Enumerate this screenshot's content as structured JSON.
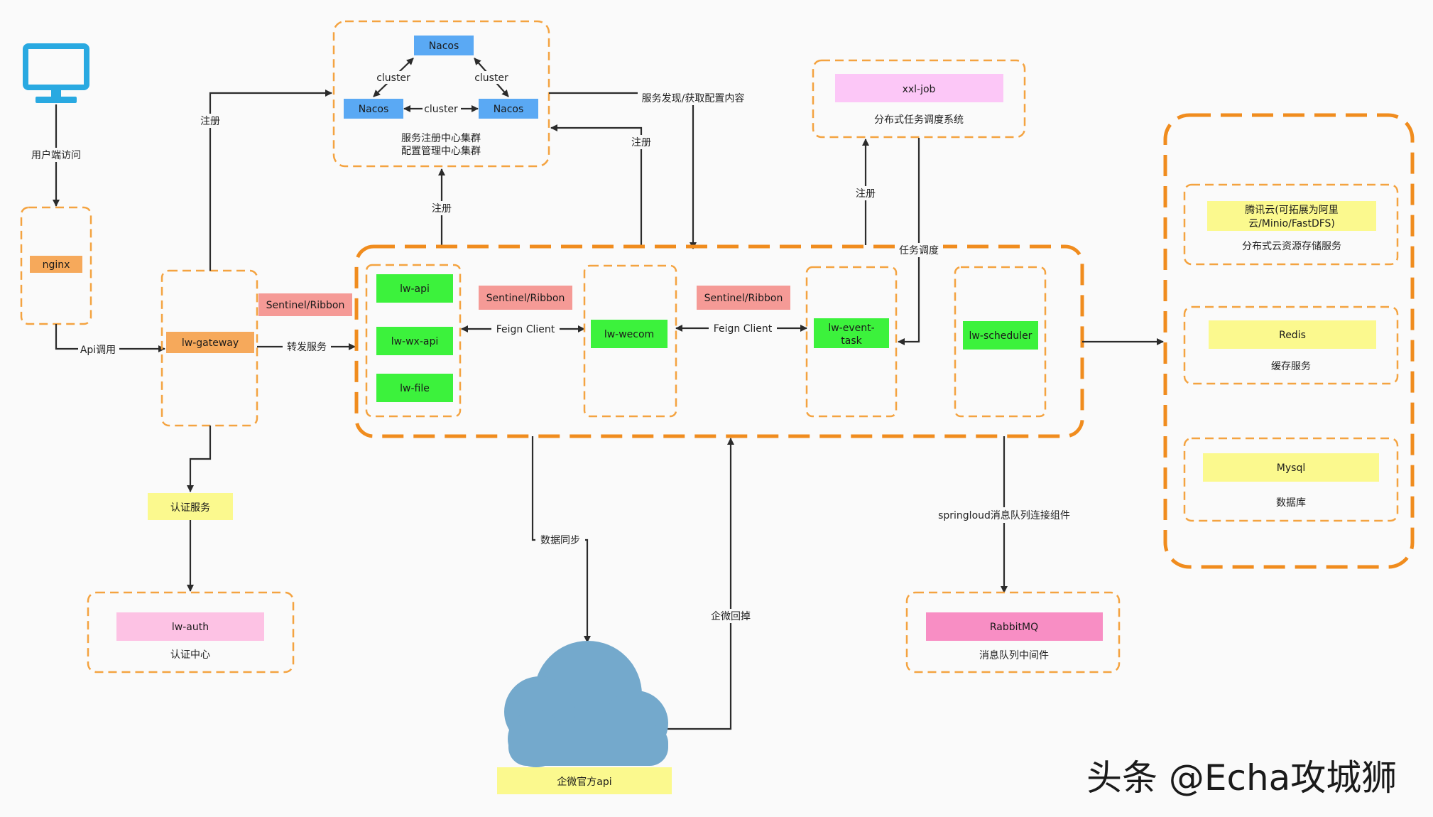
{
  "colors": {
    "dash": "#f4a340",
    "nacos": "#5aa9f4",
    "nginx": "#f6a95b",
    "gateway": "#f6a95b",
    "sentinel": "#f59a96",
    "service": "#3cf23c",
    "yellow": "#fbf98e",
    "pink": "#fdc2e4",
    "xxljob": "#fcc7f7",
    "rabbitmq": "#f88ec4",
    "cloud": "#74a9cc",
    "monitor": "#29a9e1"
  },
  "icons": {
    "client": "monitor-icon",
    "cloud": "cloud-icon"
  },
  "nacos": {
    "top": "Nacos",
    "left": "Nacos",
    "right": "Nacos",
    "cluster_left": "cluster",
    "cluster_right": "cluster",
    "cluster_mid": "cluster",
    "caption_line1": "服务注册中心集群",
    "caption_line2": "配置管理中心集群"
  },
  "client": {
    "access_label": "用户端访问"
  },
  "nginx": {
    "label": "nginx",
    "api_call": "Api调用"
  },
  "gateway": {
    "label": "lw-gateway",
    "sentinel": "Sentinel/Ribbon",
    "forward": "转发服务",
    "register": "注册"
  },
  "services": {
    "api": "lw-api",
    "wxapi": "lw-wx-api",
    "file": "lw-file",
    "wecom": "lw-wecom",
    "event_task": "lw-event-task",
    "scheduler": "lw-scheduler",
    "sentinel1": "Sentinel/Ribbon",
    "sentinel2": "Sentinel/Ribbon",
    "feign1": "Feign Client",
    "feign2": "Feign Client",
    "register": "注册",
    "register2": "注册",
    "discovery": "服务发现/获取配置内容",
    "task_dispatch": "任务调度"
  },
  "xxljob": {
    "label": "xxl-job",
    "caption": "分布式任务调度系统",
    "register": "注册"
  },
  "auth": {
    "service": "认证服务",
    "label": "lw-auth",
    "caption": "认证中心"
  },
  "wecom_flow": {
    "sync": "数据同步",
    "callback": "企微回掉",
    "official_api": "企微官方api"
  },
  "mq": {
    "connector": "springloud消息队列连接组件",
    "label": "RabbitMQ",
    "caption": "消息队列中间件"
  },
  "storage": {
    "cloud_line1": "腾讯云(可拓展为阿里",
    "cloud_line2": "云/Minio/FastDFS)",
    "cloud_caption": "分布式云资源存储服务",
    "redis": "Redis",
    "redis_caption": "缓存服务",
    "mysql": "Mysql",
    "mysql_caption": "数据库"
  },
  "watermark": "头条 @Echa攻城狮"
}
